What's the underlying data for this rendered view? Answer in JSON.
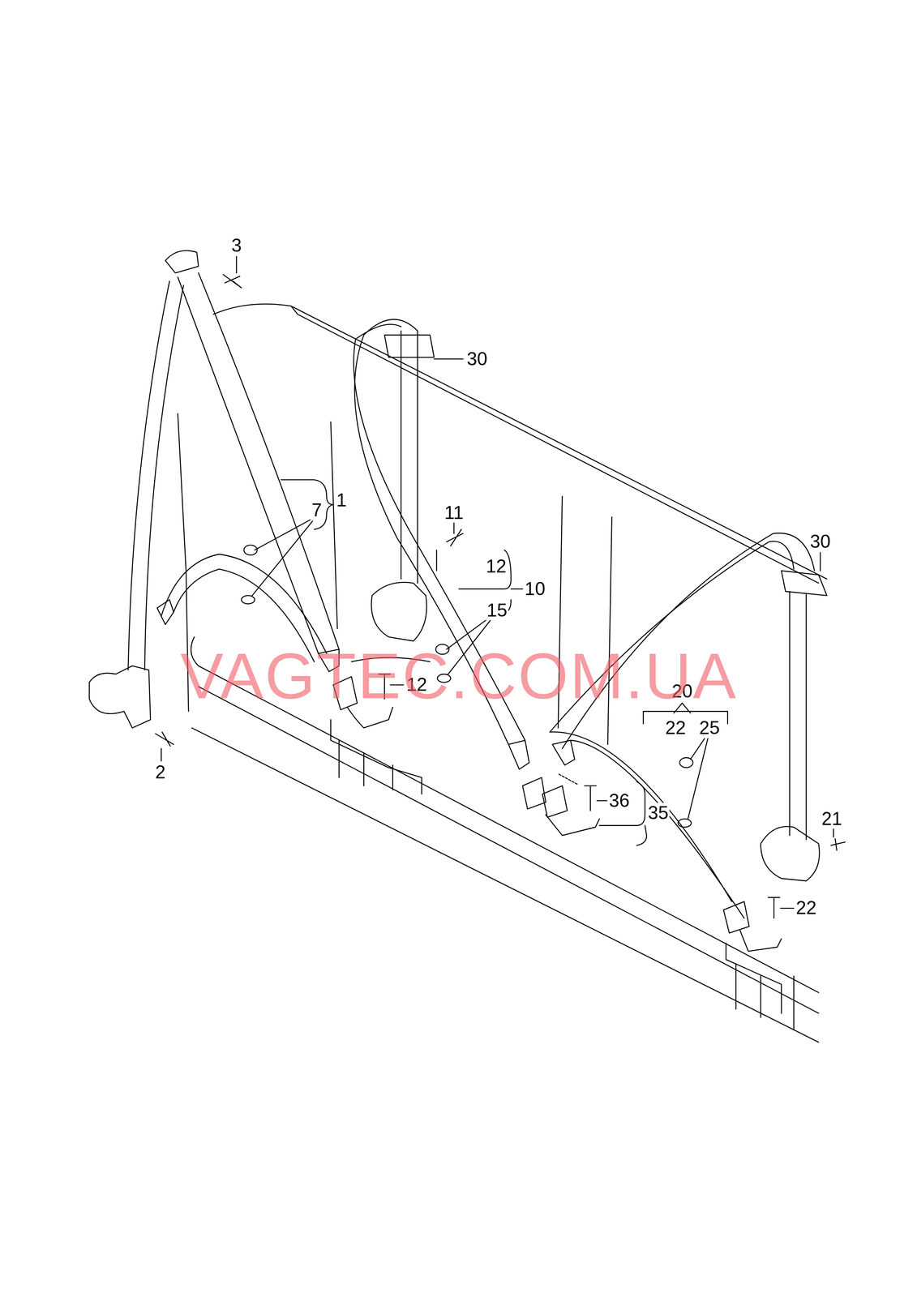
{
  "diagram": {
    "labels": [
      "3",
      "30",
      "7",
      "1",
      "11",
      "12",
      "10",
      "15",
      "30",
      "12",
      "20",
      "22",
      "25",
      "36",
      "35",
      "21",
      "22",
      "2",
      "VAGTEC.COM.UA"
    ]
  }
}
